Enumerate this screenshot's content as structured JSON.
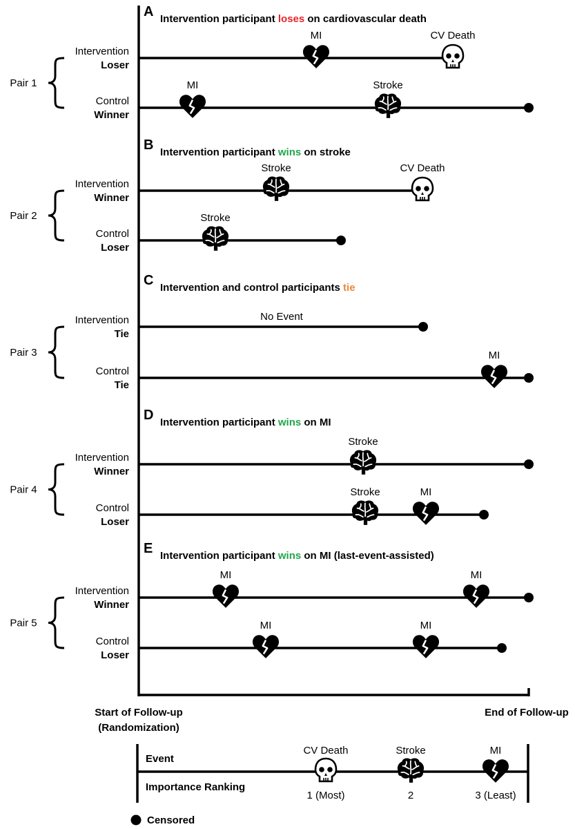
{
  "colors": {
    "red": "#e8262a",
    "green": "#1fa64a",
    "orange": "#e8883a",
    "black": "#000000"
  },
  "panels": [
    {
      "letter": "A",
      "title": [
        {
          "text": "Intervention participant ",
          "color": "black"
        },
        {
          "text": "loses",
          "color": "red"
        },
        {
          "text": " on cardiovascular death",
          "color": "black"
        }
      ],
      "pair": "Pair 1",
      "rows": [
        {
          "participant": "Intervention",
          "result": "Loser",
          "result_color": "red",
          "events": [
            {
              "type": "mi",
              "label": "MI"
            },
            {
              "type": "death",
              "label": "CV Death"
            }
          ]
        },
        {
          "participant": "Control",
          "result": "Winner",
          "result_color": "green",
          "events": [
            {
              "type": "mi",
              "label": "MI"
            },
            {
              "type": "stroke",
              "label": "Stroke"
            }
          ]
        }
      ]
    },
    {
      "letter": "B",
      "title": [
        {
          "text": "Intervention participant ",
          "color": "black"
        },
        {
          "text": "wins",
          "color": "green"
        },
        {
          "text": " on stroke",
          "color": "black"
        }
      ],
      "pair": "Pair 2",
      "rows": [
        {
          "participant": "Intervention",
          "result": "Winner",
          "result_color": "green",
          "events": [
            {
              "type": "stroke",
              "label": "Stroke"
            },
            {
              "type": "death",
              "label": "CV Death"
            }
          ]
        },
        {
          "participant": "Control",
          "result": "Loser",
          "result_color": "red",
          "events": [
            {
              "type": "stroke",
              "label": "Stroke"
            }
          ]
        }
      ]
    },
    {
      "letter": "C",
      "title": [
        {
          "text": "Intervention and control participants ",
          "color": "black"
        },
        {
          "text": "tie",
          "color": "orange"
        }
      ],
      "pair": "Pair 3",
      "rows": [
        {
          "participant": "Intervention",
          "result": "Tie",
          "result_color": "orange",
          "events": [],
          "note": "No Event"
        },
        {
          "participant": "Control",
          "result": "Tie",
          "result_color": "orange",
          "events": [
            {
              "type": "mi",
              "label": "MI"
            }
          ]
        }
      ]
    },
    {
      "letter": "D",
      "title": [
        {
          "text": "Intervention participant ",
          "color": "black"
        },
        {
          "text": "wins",
          "color": "green"
        },
        {
          "text": " on MI",
          "color": "black"
        }
      ],
      "pair": "Pair 4",
      "rows": [
        {
          "participant": "Intervention",
          "result": "Winner",
          "result_color": "green",
          "events": [
            {
              "type": "stroke",
              "label": "Stroke"
            }
          ]
        },
        {
          "participant": "Control",
          "result": "Loser",
          "result_color": "red",
          "events": [
            {
              "type": "stroke",
              "label": "Stroke"
            },
            {
              "type": "mi",
              "label": "MI"
            }
          ]
        }
      ]
    },
    {
      "letter": "E",
      "title": [
        {
          "text": "Intervention participant ",
          "color": "black"
        },
        {
          "text": "wins",
          "color": "green"
        },
        {
          "text": " on MI (last-event-assisted)",
          "color": "black"
        }
      ],
      "pair": "Pair 5",
      "rows": [
        {
          "participant": "Intervention",
          "result": "Winner",
          "result_color": "green",
          "events": [
            {
              "type": "mi",
              "label": "MI"
            },
            {
              "type": "mi",
              "label": "MI"
            }
          ]
        },
        {
          "participant": "Control",
          "result": "Loser",
          "result_color": "red",
          "events": [
            {
              "type": "mi",
              "label": "MI"
            },
            {
              "type": "mi",
              "label": "MI"
            }
          ]
        }
      ]
    }
  ],
  "axis": {
    "start_line1": "Start of Follow-up",
    "start_line2": "(Randomization)",
    "end": "End of Follow-up"
  },
  "legend": {
    "event_heading": "Event",
    "ranking_heading": "Importance Ranking",
    "items": [
      {
        "type": "death",
        "label": "CV Death",
        "rank": "1 (Most)"
      },
      {
        "type": "stroke",
        "label": "Stroke",
        "rank": "2"
      },
      {
        "type": "mi",
        "label": "MI",
        "rank": "3 (Least)"
      }
    ],
    "censored": "Censored"
  }
}
